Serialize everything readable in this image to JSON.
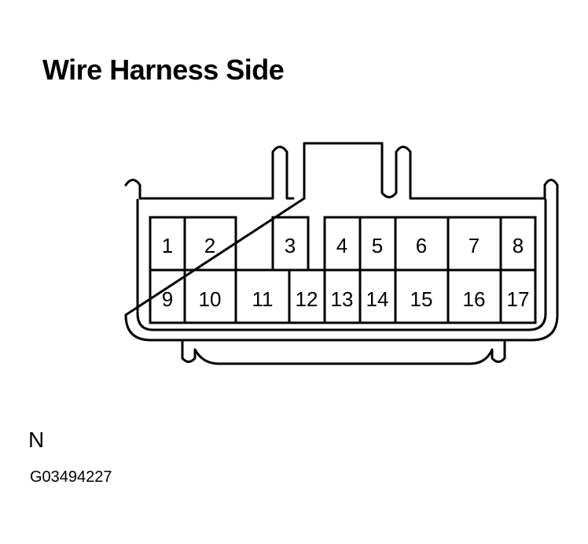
{
  "title": "Wire Harness Side",
  "view_code": "N",
  "figure_id": "G03494227",
  "connector": {
    "pins": [
      "1",
      "2",
      "3",
      "4",
      "5",
      "6",
      "7",
      "8",
      "9",
      "10",
      "11",
      "12",
      "13",
      "14",
      "15",
      "16",
      "17"
    ]
  }
}
